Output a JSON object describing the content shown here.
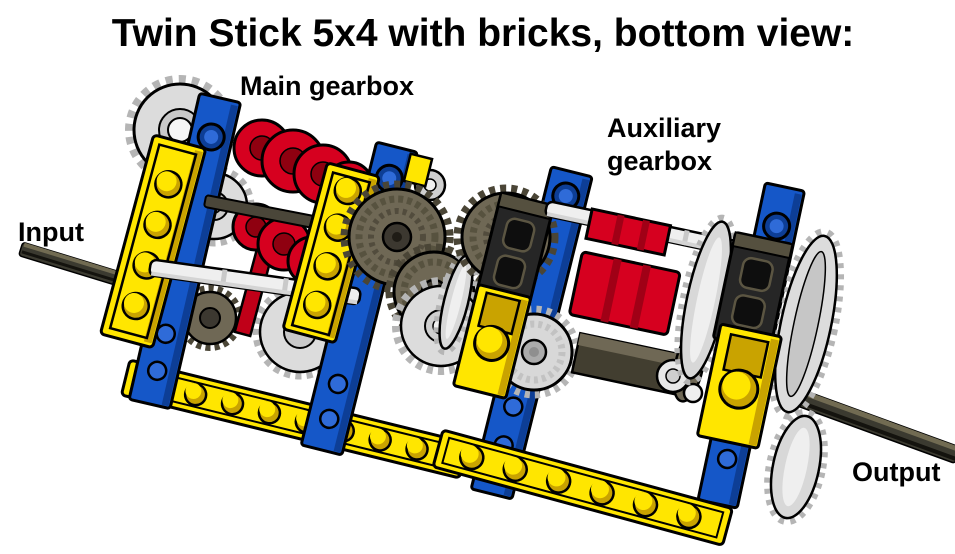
{
  "title": "Twin Stick 5x4 with bricks, bottom view:",
  "labels": {
    "main_gearbox": "Main gearbox",
    "auxiliary_line1": "Auxiliary",
    "auxiliary_line2": "gearbox",
    "input": "Input",
    "output": "Output"
  },
  "colors": {
    "background": "#FFFFFF",
    "text": "#000000",
    "outline": "#000000",
    "lego_yellow": "#FFE600",
    "lego_yellow_shade": "#C9A300",
    "lego_blue": "#1557C8",
    "lego_blue_shade": "#0D3E96",
    "lego_blue_light": "#2F6BD8",
    "lego_red": "#D6001F",
    "lego_red_shade": "#8F0010",
    "lego_light_gray": "#DCDCDC",
    "lego_gray_teeth": "#B5B5B5",
    "lego_dark_tan": "#6F6855",
    "lego_dark_tan_shade": "#4A4536",
    "lego_black_part": "#262626",
    "axle_dark": "#3B3A30",
    "axle_stripe": "#716B52",
    "white_axle": "#EFEFEF"
  }
}
